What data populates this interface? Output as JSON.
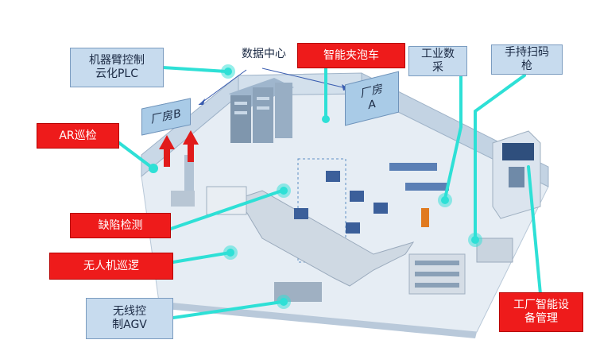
{
  "labels": {
    "robot_arm_cloud_plc": "机器臂控制\n云化PLC",
    "data_center": "数据中心",
    "smart_bubble_vehicle": "智能夹泡车",
    "industrial_data_collection": "工业数\n采",
    "handheld_scanner": "手持扫码\n枪",
    "factory_b": "厂房B",
    "factory_a": "厂房\nA",
    "ar_inspection": "AR巡检",
    "defect_detection": "缺陷检测",
    "drone_inspection": "无人机巡逻",
    "wireless_agv": "无线控\n制AGV",
    "smart_equipment_management": "工厂智能设\n备管理"
  },
  "colors": {
    "callout_red": "#ee1b1b",
    "callout_blue": "#c7dbee",
    "connector": "#2ee0d6",
    "floor": "#e8eef4",
    "wall": "#bfd0e2"
  }
}
